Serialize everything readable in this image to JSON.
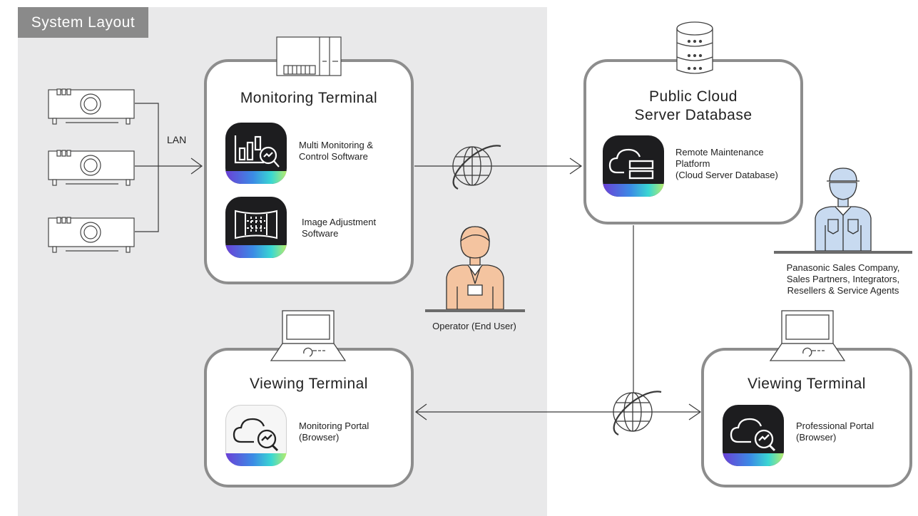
{
  "title": "System Layout",
  "lan_label": "LAN",
  "monitoring_terminal": {
    "title": "Monitoring Terminal",
    "apps": [
      {
        "label": "Multi Monitoring &",
        "label2": "Control Software"
      },
      {
        "label": "Image Adjustment",
        "label2": "Software"
      }
    ]
  },
  "cloud": {
    "title_line1": "Public Cloud",
    "title_line2": "Server Database",
    "app_label1": "Remote Maintenance",
    "app_label2": "Platform",
    "app_label3": "(Cloud Server Database)"
  },
  "viewing_terminal_left": {
    "title": "Viewing Terminal",
    "app_label1": "Monitoring Portal",
    "app_label2": "(Browser)"
  },
  "viewing_terminal_right": {
    "title": "Viewing Terminal",
    "app_label1": "Professional Portal",
    "app_label2": "(Browser)"
  },
  "operator_caption": "Operator (End User)",
  "partners_caption": {
    "line1": "Panasonic Sales Company,",
    "line2": "Sales Partners, Integrators,",
    "line3": "Resellers & Service Agents"
  },
  "colors": {
    "background_area": "#e9e9ea",
    "title_tab": "#8a8a8a",
    "box_border": "#8d8d8d",
    "operator": "#f4c4a0",
    "service_agent": "#c8daf0",
    "icon_dark": "#1d1d1f"
  }
}
